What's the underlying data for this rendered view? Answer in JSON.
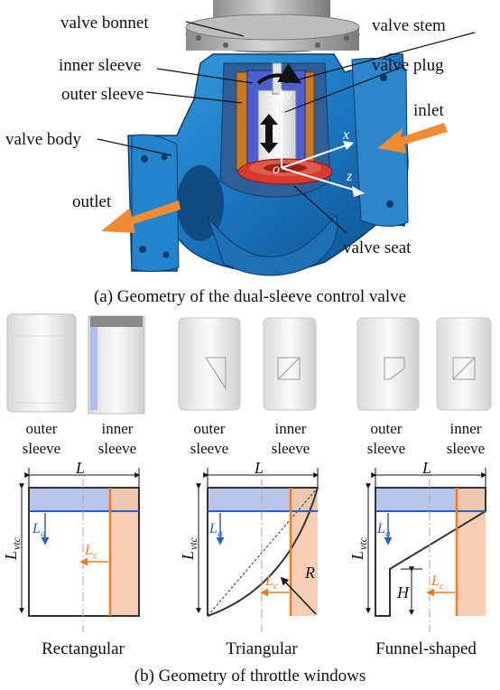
{
  "top": {
    "labels": {
      "valve_bonnet": "valve bonnet",
      "valve_stem": "valve stem",
      "inner_sleeve": "inner sleeve",
      "valve_plug": "valve plug",
      "outer_sleeve": "outer sleeve",
      "inlet": "inlet",
      "valve_body": "valve body",
      "outlet": "outlet",
      "valve_seat": "valve seat"
    },
    "axes": {
      "x": "x",
      "y": "y",
      "z": "z",
      "origin": "o"
    },
    "caption": "(a) Geometry of the dual-sleeve control valve",
    "colors": {
      "body": "#1a78c2",
      "arrow": "#f08a33",
      "seat": "#d83a2e",
      "inner": "#4b5fd0",
      "outer": "#c9781f"
    }
  },
  "bottom": {
    "sleeve_labels": {
      "outer_1": "outer",
      "outer_2": "sleeve",
      "inner_1": "inner",
      "inner_2": "sleeve"
    },
    "windows": [
      {
        "name": "Rectangular",
        "L": "L",
        "Lvtc": "L",
        "Lvtc_sub": "vtc",
        "La": "L",
        "La_sub": "a",
        "Lc": "L",
        "Lc_sub": "c"
      },
      {
        "name": "Triangular",
        "L": "L",
        "Lvtc": "L",
        "Lvtc_sub": "vtc",
        "La": "L",
        "La_sub": "a",
        "Lc": "L",
        "Lc_sub": "c",
        "R": "R"
      },
      {
        "name": "Funnel-shaped",
        "L": "L",
        "Lvtc": "L",
        "Lvtc_sub": "vtc",
        "La": "L",
        "La_sub": "a",
        "Lc": "L",
        "Lc_sub": "c",
        "H": "H"
      }
    ],
    "caption": "(b) Geometry of throttle windows"
  }
}
